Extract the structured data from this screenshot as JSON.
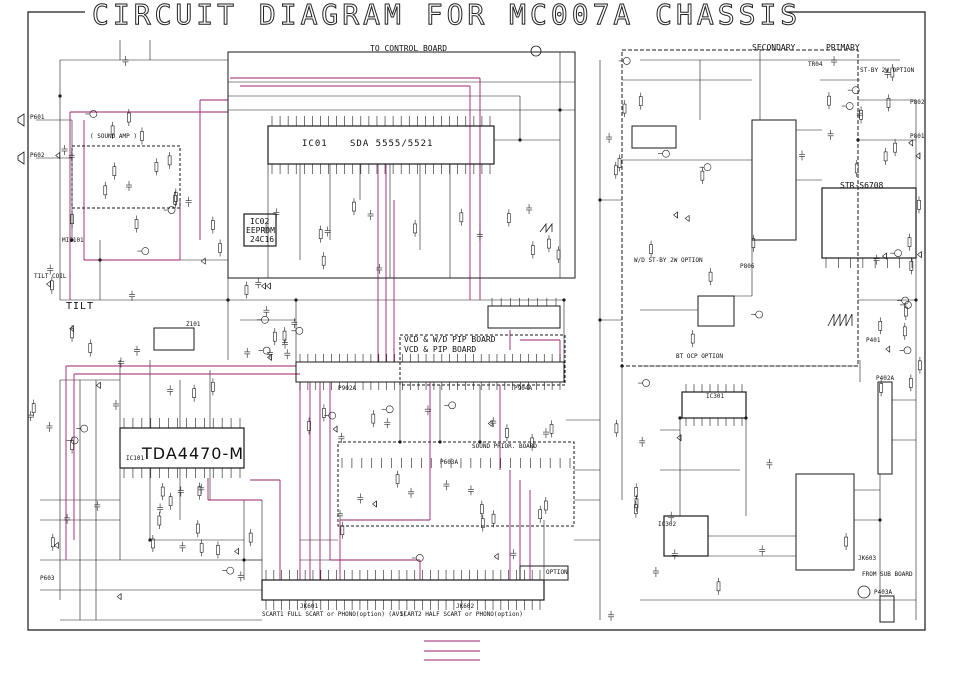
{
  "title": "CIRCUIT DIAGRAM FOR MC007A CHASSIS",
  "colors": {
    "line": "#1a1a1a",
    "bus": "#9c1f6e",
    "paper": "#ffffff"
  },
  "labels": {
    "to_control_board": "TO CONTROL BOARD",
    "secondary": "SECONDARY",
    "primary": "PRIMARY",
    "stby_option": "ST-BY 2W OPTION",
    "sound_amp": "( SOUND AMP )",
    "ic01": "IC01",
    "sda": "SDA 5555/5521",
    "ic02": "IC02",
    "eeprom": "EEPROM",
    "eeprom_part": "24C16",
    "stra": "STR-S6708",
    "mic": "MIC101",
    "tilt_coil": "TILT COIL",
    "tilt": "TILT",
    "vcd1": "VCD & W/D PIP BOARD",
    "vcd2": "VCD & PIP BOARD",
    "tda": "TDA4470-M",
    "ic101": "IC101",
    "sound_prior": "SOUND PRIOR. BOARD",
    "option": "OPTION",
    "scart1": "SCART1 FULL SCART or PHONO(option) (AV1)",
    "scart2": "SCART2 HALF SCART or PHONO(option)",
    "jk601": "JK601",
    "jk602": "JK602",
    "from_sub_board": "FROM SUB BOARD",
    "p401": "P401",
    "p402a": "P402A",
    "p403a": "P403A",
    "ic301": "IC301",
    "ic302": "IC302",
    "wd_stby": "W/D ST-BY 2W OPTION",
    "bt_ocp": "BT OCP OPTION",
    "p801": "P801",
    "p802": "P802",
    "jk603": "JK603",
    "p601": "P601",
    "p602": "P602",
    "p603": "P603",
    "p806": "P806",
    "z101": "Z101",
    "tr04": "TR04",
    "p902a": "P902A",
    "p904a": "P904A",
    "p603a": "P603A"
  }
}
